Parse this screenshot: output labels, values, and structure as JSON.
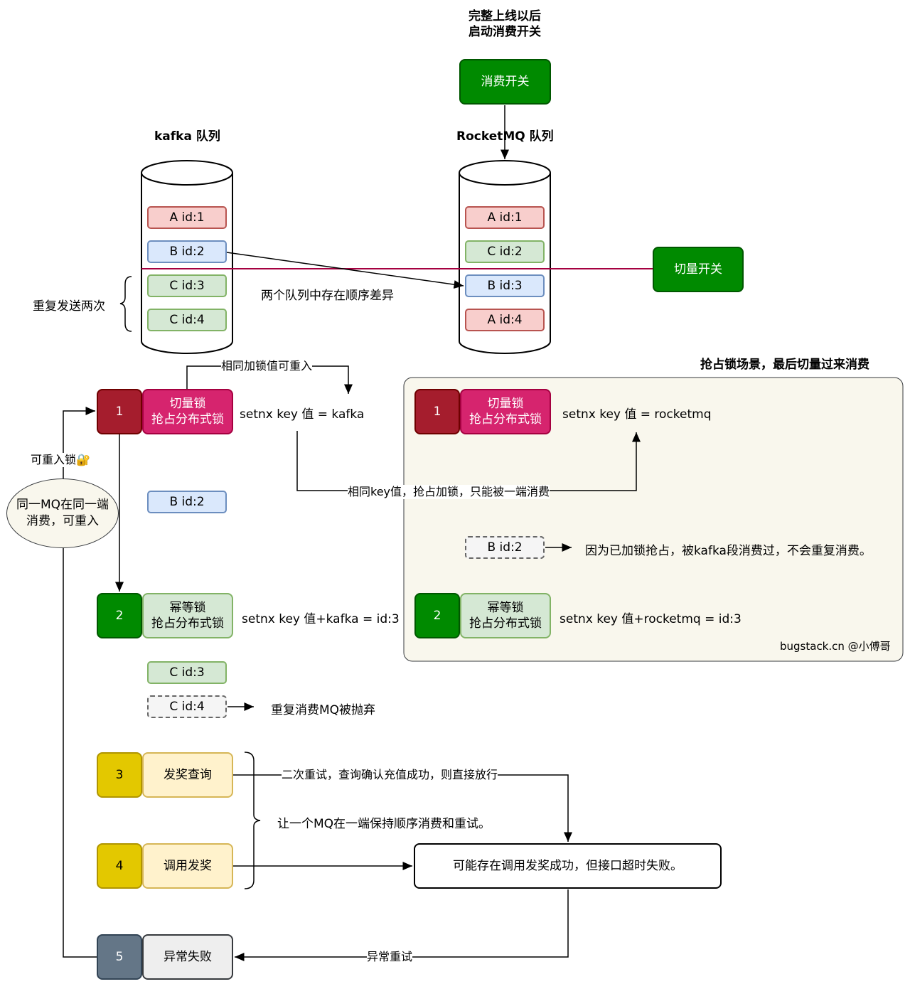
{
  "header": {
    "line1": "完整上线以后",
    "line2": "启动消费开关"
  },
  "consume_switch": "消费开关",
  "cut_switch": "切量开关",
  "kafka": {
    "title": "kafka 队列",
    "items": [
      "A id:1",
      "B id:2",
      "C id:3",
      "C id:4"
    ]
  },
  "rocketmq": {
    "title": "RocketMQ 队列",
    "items": [
      "A id:1",
      "C id:2",
      "B id:3",
      "A id:4"
    ]
  },
  "notes": {
    "resend_twice": "重复发送两次",
    "order_diff": "两个队列中存在顺序差异",
    "same_lock_reentrant": "相同加锁值可重入",
    "same_key_grab": "相同key值，抢占加锁，只能被一端消费",
    "reentrant_lock": "可重入锁🔐",
    "same_mq_line1": "同一MQ在同一端",
    "same_mq_line2": "消费，可重入",
    "dup_dropped": "重复消费MQ被抛弃",
    "grab_scene_title": "抢占锁场景，最后切量过来消费",
    "already_locked": "因为已加锁抢占，被kafka段消费过，不会重复消费。",
    "retry_query": "二次重试，查询确认充值成功，则直接放行",
    "keep_order": "让一个MQ在一端保持顺序消费和重试。",
    "maybe_timeout": "可能存在调用发奖成功，但接口超时失败。",
    "exception_retry": "异常重试",
    "credit": "bugstack.cn @小傅哥"
  },
  "left_steps": {
    "s1": {
      "num": "1",
      "line1": "切量锁",
      "line2": "抢占分布式锁",
      "cmd": "setnx key 值 = kafka"
    },
    "b2": "B id:2",
    "s2": {
      "num": "2",
      "line1": "幂等锁",
      "line2": "抢占分布式锁",
      "cmd": "setnx key 值+kafka = id:3"
    },
    "c3": "C id:3",
    "c4": "C id:4",
    "s3": {
      "num": "3",
      "label": "发奖查询"
    },
    "s4": {
      "num": "4",
      "label": "调用发奖"
    },
    "s5": {
      "num": "5",
      "label": "异常失败"
    }
  },
  "right_steps": {
    "s1": {
      "num": "1",
      "line1": "切量锁",
      "line2": "抢占分布式锁",
      "cmd": "setnx key 值 = rocketmq"
    },
    "b2": "B id:2",
    "s2": {
      "num": "2",
      "line1": "幂等锁",
      "line2": "抢占分布式锁",
      "cmd": "setnx key 值+rocketmq = id:3"
    }
  },
  "colors": {
    "dark_red": "#a51d2d",
    "magenta": "#d6246e",
    "dark_green": "#008a00",
    "yellow": "#e3c800",
    "slate": "#647687",
    "cream": "#f9f7ed"
  }
}
